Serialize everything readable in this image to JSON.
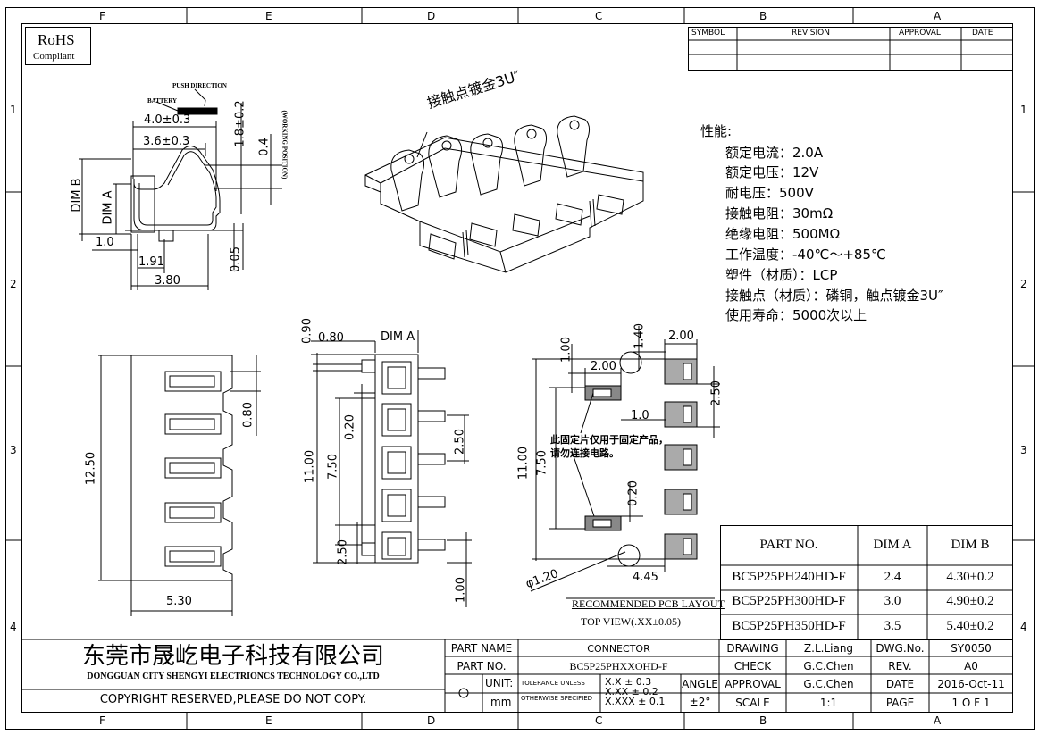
{
  "border": {
    "columns": [
      "F",
      "E",
      "D",
      "C",
      "B",
      "A"
    ],
    "rows": [
      "1",
      "2",
      "3",
      "4"
    ]
  },
  "rohs": {
    "title": "RoHS",
    "subtitle": "Compliant"
  },
  "revision_table": {
    "headers": [
      "SYMBOL",
      "REVISION",
      "APPROVAL",
      "DATE"
    ]
  },
  "side_view": {
    "push_direction": "PUSH DIRECTION",
    "battery": "BATTERY",
    "working_position": "(WORKING POSITION)",
    "dims": [
      "4.0±0.3",
      "3.6±0.3",
      "1.8±0.2",
      "0.4",
      "DIM B",
      "DIM A",
      "1.0",
      "1.91",
      "3.80",
      "0.05"
    ]
  },
  "iso_view": {
    "contact_note": "接触点镀金3U″"
  },
  "specs": {
    "title": "性能:",
    "items": [
      "额定电流：2.0A",
      "额定电压：12V",
      "耐电压：500V",
      "接触电阻：30mΩ",
      "绝缘电阻：500MΩ",
      "工作温度：-40℃～+85℃",
      "塑件（材质）：LCP",
      "接触点（材质）：磷铜，触点镀金3U″",
      "使用寿命：5000次以上"
    ]
  },
  "left_view": {
    "dims": [
      "12.50",
      "0.80",
      "5.30"
    ]
  },
  "front_view": {
    "dims": [
      "0.90",
      "0.80",
      "DIM A",
      "0.20",
      "11.00",
      "7.50",
      "2.50",
      "2.50",
      "1.00"
    ]
  },
  "pcb_layout": {
    "dims": [
      "1.00",
      "1.40",
      "2.00",
      "2.00",
      "2.50",
      "1.0",
      "11.00",
      "7.50",
      "0.20",
      "φ1.20",
      "4.45"
    ],
    "note_line1": "此固定片仅用于固定产品，",
    "note_line2": "请勿连接电路。",
    "caption": "RECOMMENDED PCB LAYOUT",
    "subcaption": "TOP VIEW(.XX±0.05)"
  },
  "part_table": {
    "headers": [
      "PART NO.",
      "DIM A",
      "DIM B"
    ],
    "rows": [
      [
        "BC5P25PH240HD-F",
        "2.4",
        "4.30±0.2"
      ],
      [
        "BC5P25PH300HD-F",
        "3.0",
        "4.90±0.2"
      ],
      [
        "BC5P25PH350HD-F",
        "3.5",
        "5.40±0.2"
      ]
    ]
  },
  "title_block": {
    "company_cn": "东莞市晟屹电子科技有限公司",
    "company_en": "DONGGUAN CITY SHENGYI ELECTRIONCS TECHNOLOGY CO.,LTD",
    "copyright": "COPYRIGHT RESERVED,PLEASE DO NOT COPY.",
    "part_name_label": "PART NAME",
    "part_name": "CONNECTOR",
    "part_no_label": "PART NO.",
    "part_no": "BC5P25PHXXOHD-F",
    "unit_label": "UNIT:",
    "unit": "mm",
    "tol_label1": "TOLERANCE UNLESS",
    "tol_label2": "OTHERWISE SPECIFIED",
    "tol1": "X.X ± 0.3",
    "tol2": "X.XX ± 0.2",
    "tol3": "X.XXX ± 0.1",
    "angle_label": "ANGLE",
    "angle": "±2°",
    "drawing_label": "DRAWING",
    "drawing": "Z.L.Liang",
    "check_label": "CHECK",
    "check": "G.C.Chen",
    "approval_label": "APPROVAL",
    "approval": "G.C.Chen",
    "scale_label": "SCALE",
    "scale": "1:1",
    "dwg_label": "DWG.No.",
    "dwg": "SY0050",
    "rev_label": "REV.",
    "rev": "A0",
    "date_label": "DATE",
    "date": "2016-Oct-11",
    "page_label": "PAGE",
    "page": "1 O F 1"
  }
}
